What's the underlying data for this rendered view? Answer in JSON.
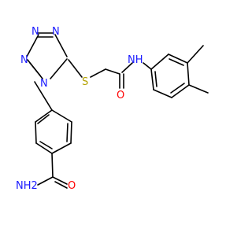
{
  "molecule": {
    "colors": {
      "bond": "#000000",
      "nitrogen": "#1a1aff",
      "oxygen": "#ff0000",
      "sulfur": "#b3a100"
    },
    "labels": {
      "n_tz1": "N",
      "n_tz2": "N",
      "n_tz3": "N",
      "n_tz4": "N",
      "sulfur": "S",
      "carbonyl_o": "O",
      "amide_nh": "NH",
      "amide_o": "O",
      "amide_nh2": "NH2"
    }
  }
}
